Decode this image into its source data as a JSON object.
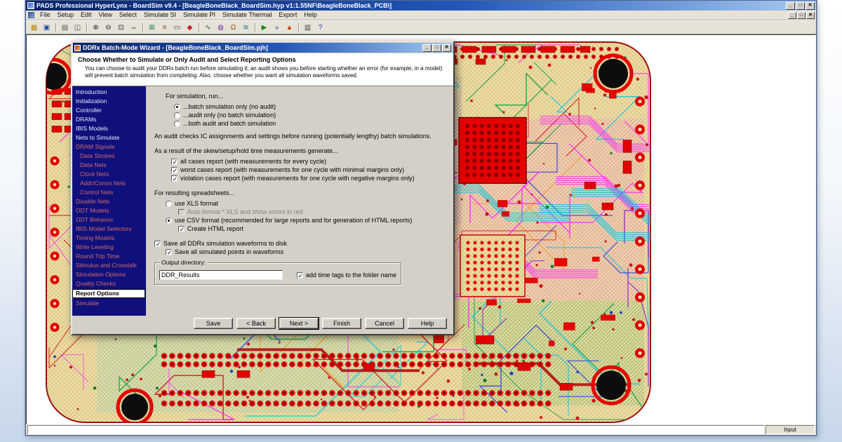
{
  "window": {
    "title": "PADS Professional HyperLynx - BoardSim v9.4 - [BeagleBoneBlack_BoardSim.hyp v1:1.55NF\\BeagleBoneBlack_PCB\\]",
    "controls": [
      {
        "name": "minimize-button",
        "glyph": "_"
      },
      {
        "name": "maximize-button",
        "glyph": "□"
      },
      {
        "name": "close-button",
        "glyph": "✕"
      }
    ],
    "mdi_controls": [
      {
        "name": "mdi-minimize-button",
        "glyph": "_"
      },
      {
        "name": "mdi-restore-button",
        "glyph": "□"
      },
      {
        "name": "mdi-close-button",
        "glyph": "✕"
      }
    ]
  },
  "menu": {
    "items": [
      "File",
      "Setup",
      "Edit",
      "View",
      "Select",
      "Simulate SI",
      "Simulate PI",
      "Simulate Thermal",
      "Export",
      "Help"
    ]
  },
  "toolbar": {
    "icons": [
      {
        "name": "open-file-icon",
        "glyph": "▦",
        "color": "#b8860b"
      },
      {
        "name": "save-icon",
        "glyph": "▣",
        "color": "#1f4fa0"
      },
      {
        "sep": true
      },
      {
        "name": "print-icon",
        "glyph": "▤",
        "color": "#555555"
      },
      {
        "name": "copy-icon",
        "glyph": "◫",
        "color": "#555555"
      },
      {
        "sep": true
      },
      {
        "name": "zoom-in-icon",
        "glyph": "⊕",
        "color": "#222222"
      },
      {
        "name": "zoom-out-icon",
        "glyph": "⊖",
        "color": "#222222"
      },
      {
        "name": "zoom-area-icon",
        "glyph": "⊡",
        "color": "#222222"
      },
      {
        "name": "pan-icon",
        "glyph": "⇔",
        "color": "#222222"
      },
      {
        "sep": true
      },
      {
        "name": "board-view-icon",
        "glyph": "⊞",
        "color": "#0a7a3c"
      },
      {
        "name": "stackup-editor-icon",
        "glyph": "≡",
        "color": "#8a4b12"
      },
      {
        "name": "ic-models-icon",
        "glyph": "▭",
        "color": "#444444"
      },
      {
        "name": "net-highlight-icon",
        "glyph": "◆",
        "color": "#c02020"
      },
      {
        "sep": true
      },
      {
        "name": "oscilloscope-icon",
        "glyph": "∿",
        "color": "#1a6a1a"
      },
      {
        "name": "spectrum-analyzer-icon",
        "glyph": "◍",
        "color": "#7030a0"
      },
      {
        "name": "terminator-wizard-icon",
        "glyph": "Ω",
        "color": "#a05000"
      },
      {
        "name": "crosstalk-icon",
        "glyph": "≋",
        "color": "#0a6a9a"
      },
      {
        "sep": true
      },
      {
        "name": "run-si-simulation-icon",
        "glyph": "▶",
        "color": "#0a8a0a"
      },
      {
        "name": "run-batch-simulation-icon",
        "glyph": "»",
        "color": "#0a5aca"
      },
      {
        "name": "thermal-analysis-icon",
        "glyph": "▲",
        "color": "#c04000"
      },
      {
        "sep": true
      },
      {
        "name": "report-icon",
        "glyph": "▥",
        "color": "#444444"
      },
      {
        "name": "help-icon",
        "glyph": "?",
        "color": "#202fa0"
      }
    ]
  },
  "statusbar": {
    "right": "Input"
  },
  "dialog": {
    "title": "DDRx Batch-Mode Wizard - [BeagleBoneBlack_BoardSim.pjh]",
    "controls": [
      {
        "name": "dialog-minimize-button",
        "glyph": "_"
      },
      {
        "name": "dialog-maximize-button",
        "glyph": "□"
      },
      {
        "name": "dialog-close-button",
        "glyph": "✕"
      }
    ],
    "heading": "Choose Whether to Simulate or Only Audit and Select Reporting Options",
    "description": "You can choose to audit your DDRx batch run before simulating it; an audit shows you before starting whether an error (for example, in a model) will prevent batch simulation from completing.  Also, choose whether you want all simulation waveforms saved.",
    "nav": [
      {
        "label": "Introduction",
        "state": "done"
      },
      {
        "label": "Initialization",
        "state": "done"
      },
      {
        "label": "Controller",
        "state": "done"
      },
      {
        "label": "DRAMs",
        "state": "done"
      },
      {
        "label": "IBIS Models",
        "state": "done"
      },
      {
        "label": "Nets to Simulate",
        "state": "done"
      },
      {
        "label": "DRAM Signals",
        "state": "pending"
      },
      {
        "label": "Data Strobes",
        "state": "pending",
        "indent": 1
      },
      {
        "label": "Data Nets",
        "state": "pending",
        "indent": 1
      },
      {
        "label": "Clock Nets",
        "state": "pending",
        "indent": 1
      },
      {
        "label": "Addr/Comm Nets",
        "state": "pending",
        "indent": 1
      },
      {
        "label": "Control Nets",
        "state": "pending",
        "indent": 1
      },
      {
        "label": "Disable Nets",
        "state": "pending"
      },
      {
        "label": "ODT Models",
        "state": "pending"
      },
      {
        "label": "ODT Behavior",
        "state": "pending"
      },
      {
        "label": "IBIS Model Selectors",
        "state": "pending"
      },
      {
        "label": "Timing Models",
        "state": "pending"
      },
      {
        "label": "Write Leveling",
        "state": "pending"
      },
      {
        "label": "Round Trip Time",
        "state": "pending"
      },
      {
        "label": "Stimulus and Crosstalk",
        "state": "pending"
      },
      {
        "label": "Simulation Options",
        "state": "pending"
      },
      {
        "label": "Quality Checks",
        "state": "pending"
      },
      {
        "label": "Report Options",
        "state": "active"
      },
      {
        "label": "Simulate",
        "state": "pending"
      }
    ],
    "sim_run": {
      "label": "For simulation, run...",
      "options": [
        {
          "type": "radio",
          "label": "...batch simulation only (no audit)",
          "selected": true
        },
        {
          "type": "radio",
          "label": "...audit only (no batch simulation)"
        },
        {
          "type": "radio",
          "label": "...both audit and batch simulation"
        }
      ]
    },
    "audit_note": "An audit checks IC assignments and settings before running (potentially lengthy) batch simulations.",
    "measurements": {
      "label": "As a result of the skew/setup/hold time measurements generate...",
      "options": [
        {
          "type": "checkbox",
          "label": "all cases report (with measurements for every cycle)",
          "checked": true
        },
        {
          "type": "checkbox",
          "label": "worst cases report (with measurements for one cycle with minimal margins only)",
          "checked": true
        },
        {
          "type": "checkbox",
          "label": "violation cases report (with measurements for one cycle with negative margins only)",
          "checked": true
        }
      ]
    },
    "spreadsheets": {
      "label": "For resulting spreadsheets...",
      "options": [
        {
          "type": "radio",
          "label": "use XLS format",
          "indent": 1
        },
        {
          "type": "checkbox",
          "label": "Auto-format *.XLS and show errors in red",
          "disabled": true,
          "indent": 2
        },
        {
          "type": "radio",
          "label": "use CSV format (recommended for large reports and for generation of HTML reports)",
          "selected": true,
          "indent": 1
        },
        {
          "type": "checkbox",
          "label": "Create HTML report",
          "checked": true,
          "indent": 2
        }
      ]
    },
    "waveforms": {
      "options": [
        {
          "type": "checkbox",
          "label": "Save all DDRx simulation waveforms to disk",
          "checked": true
        },
        {
          "type": "checkbox",
          "label": "Save all simulated points in waveforms",
          "checked": true,
          "indent": 1
        }
      ]
    },
    "output": {
      "label": "Output directory:",
      "value": "DDR_Results",
      "options": [
        {
          "type": "checkbox",
          "label": "add time tags to the folder name",
          "checked": true
        }
      ]
    },
    "buttons": [
      {
        "label": "Save"
      },
      {
        "label": "< Back"
      },
      {
        "label": "Next >",
        "default": true
      },
      {
        "label": "Finish"
      },
      {
        "label": "Cancel"
      },
      {
        "label": "Help"
      }
    ]
  },
  "board": {
    "name": "BeagleBoneBlack PCB layout view",
    "colors": {
      "substrate": "#eedfa6",
      "hatch": "#d9c286",
      "pad_red": "#e00000",
      "trace_cyan": "#00c6e8",
      "trace_magenta": "#ff22ff",
      "trace_blue": "#2434e8",
      "trace_green": "#00a040"
    }
  }
}
